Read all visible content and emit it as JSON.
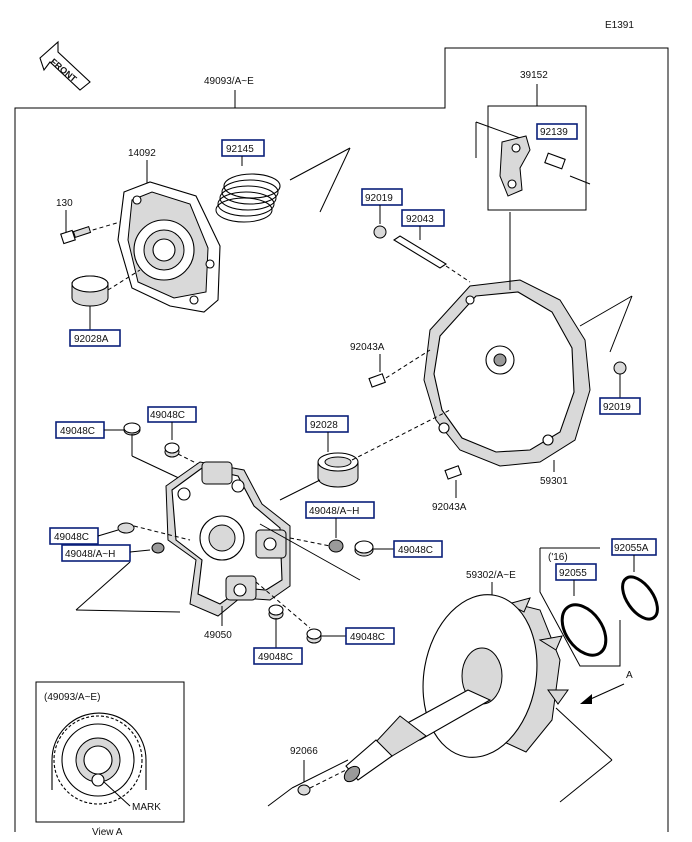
{
  "diagram_id": "E1391",
  "front_label": "FRONT",
  "assembly_label": "49093/A~E",
  "parts": {
    "p14092": "14092",
    "p130": "130",
    "p92145": "92145",
    "p92028A": "92028A",
    "p39152": "39152",
    "p92139": "92139",
    "p92019_a": "92019",
    "p92043": "92043",
    "p92043A_a": "92043A",
    "p92019_b": "92019",
    "p59301": "59301",
    "p92043A_b": "92043A",
    "p49048C_a": "49048C",
    "p49048C_b": "49048C",
    "p92028": "92028",
    "p49048AH_a": "49048/A~H",
    "p49048C_c": "49048C",
    "p49048C_d": "49048C",
    "p49048AH_b": "49048/A~H",
    "p49050": "49050",
    "p49048C_e": "49048C",
    "p49048C_f": "49048C",
    "p59302": "59302/A~E",
    "p92055": "92055",
    "p92055A": "92055A",
    "p92066": "92066"
  },
  "year_note": "('16)",
  "arrow_a": "A",
  "inset": {
    "title": "(49093/A~E)",
    "mark_label": "MARK",
    "view_label": "View A"
  }
}
